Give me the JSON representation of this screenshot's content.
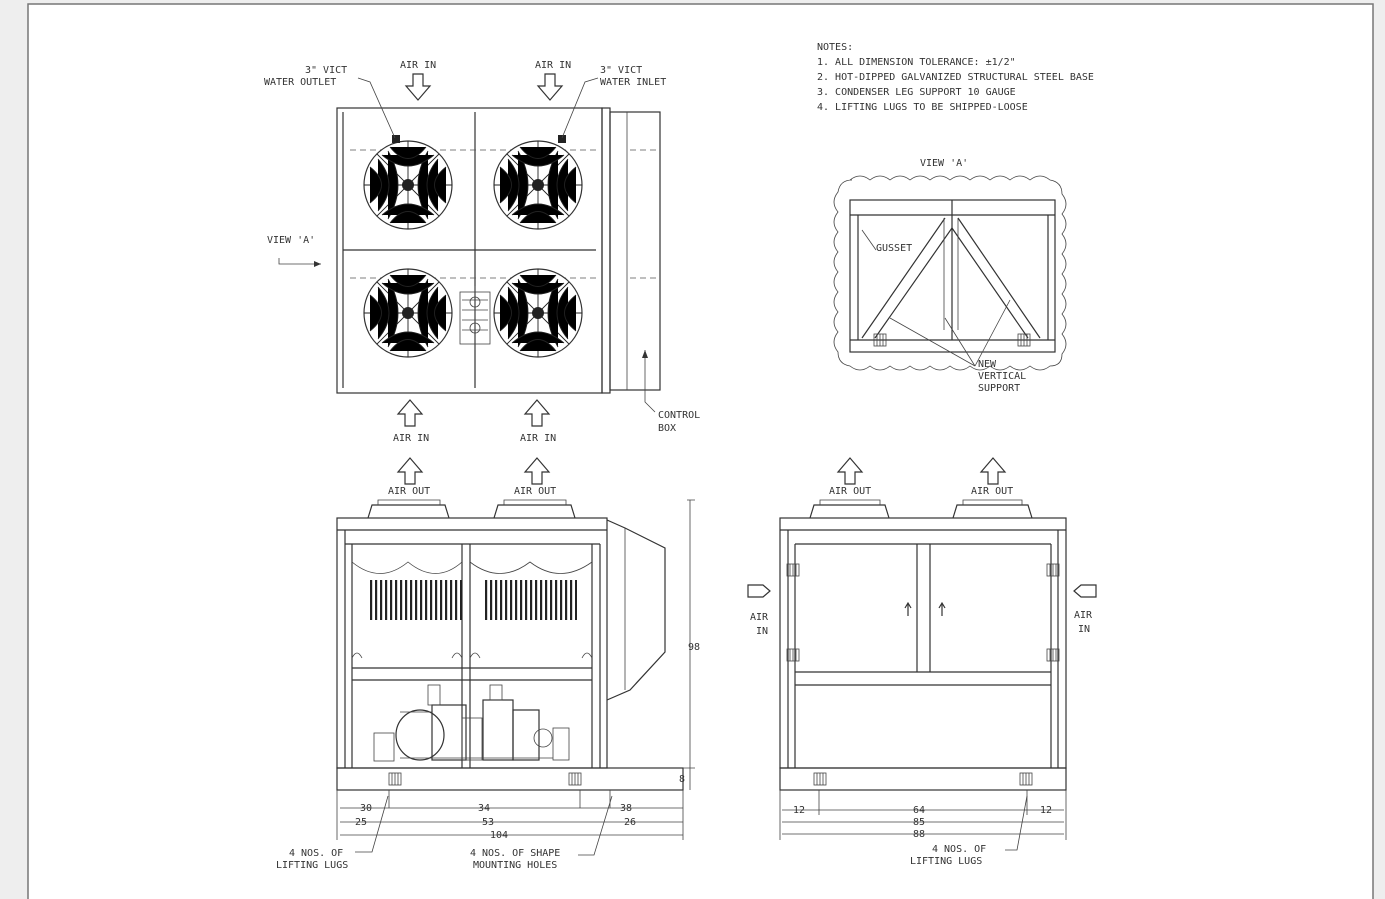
{
  "notes": {
    "heading": "NOTES:",
    "items": [
      "1. ALL DIMENSION TOLERANCE: ±1/2\"",
      "2. HOT-DIPPED GALVANIZED STRUCTURAL STEEL BASE",
      "3. CONDENSER LEG SUPPORT 10 GAUGE",
      "4. LIFTING LUGS TO BE SHIPPED-LOOSE"
    ]
  },
  "plan_view": {
    "outlet_label_1": "3\" VICT",
    "outlet_label_2": "WATER OUTLET",
    "inlet_label_1": "3\" VICT",
    "inlet_label_2": "WATER INLET",
    "air_in_top": [
      "AIR IN",
      "AIR IN"
    ],
    "air_in_bottom": [
      "AIR IN",
      "AIR IN"
    ],
    "view_ref": "VIEW 'A'",
    "control_box_1": "CONTROL",
    "control_box_2": "BOX"
  },
  "view_a": {
    "title": "VIEW 'A'",
    "gusset": "GUSSET",
    "support_1": "NEW",
    "support_2": "VERTICAL",
    "support_3": "SUPPORT"
  },
  "side_elevation": {
    "air_out": [
      "AIR OUT",
      "AIR OUT"
    ],
    "height": "98",
    "base_height": "8",
    "dim_row1": [
      "30",
      "34",
      "38"
    ],
    "dim_row2": [
      "25",
      "53",
      "26"
    ],
    "overall": "104",
    "lugs_1": "4 NOS. OF",
    "lugs_2": "LIFTING LUGS",
    "holes_1": "4 NOS. OF SHAPE",
    "holes_2": "MOUNTING HOLES"
  },
  "end_elevation": {
    "air_out": [
      "AIR OUT",
      "AIR OUT"
    ],
    "air_in_left_1": "AIR",
    "air_in_left_2": "IN",
    "air_in_right_1": "AIR",
    "air_in_right_2": "IN",
    "dim_left": "12",
    "dim_mid": "64",
    "dim_right": "12",
    "dim_inner": "85",
    "dim_overall": "88",
    "lugs_1": "4 NOS. OF",
    "lugs_2": "LIFTING LUGS"
  }
}
